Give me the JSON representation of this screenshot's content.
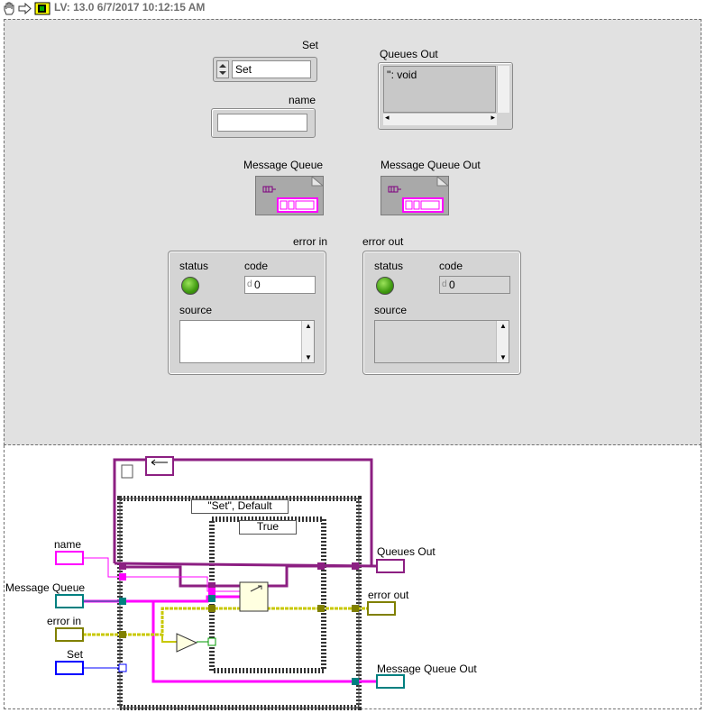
{
  "toolbar": {
    "version_text": "LV: 13.0 6/7/2017 10:12:15 AM",
    "icons": [
      "hand-tool-icon",
      "run-arrow-icon",
      "vi-icon"
    ]
  },
  "front_panel": {
    "set": {
      "label": "Set",
      "value": "Set"
    },
    "name": {
      "label": "name",
      "value": ""
    },
    "queues_out": {
      "label": "Queues Out",
      "value": "'': void"
    },
    "message_queue": {
      "label": "Message Queue"
    },
    "message_queue_out": {
      "label": "Message Queue Out"
    },
    "error_in": {
      "label": "error in",
      "status_label": "status",
      "code_label": "code",
      "code_value": "0",
      "code_prefix": "d",
      "source_label": "source"
    },
    "error_out": {
      "label": "error out",
      "status_label": "status",
      "code_label": "code",
      "code_value": "0",
      "code_prefix": "d",
      "source_label": "source"
    }
  },
  "block_diagram": {
    "case_outer": "\"Set\", Default",
    "case_inner": "True",
    "labels": {
      "name": "name",
      "message_queue": "Message Queue",
      "error_in": "error in",
      "set": "Set",
      "queues_out": "Queues Out",
      "error_out": "error out",
      "message_queue_out": "Message Queue Out"
    },
    "colors": {
      "string_wire": "#ff00ff",
      "cluster_wire": "#8c1f82",
      "error_wire": "#c8c800",
      "queue_wire": "#008080",
      "enum_wire": "#0000ff"
    }
  }
}
